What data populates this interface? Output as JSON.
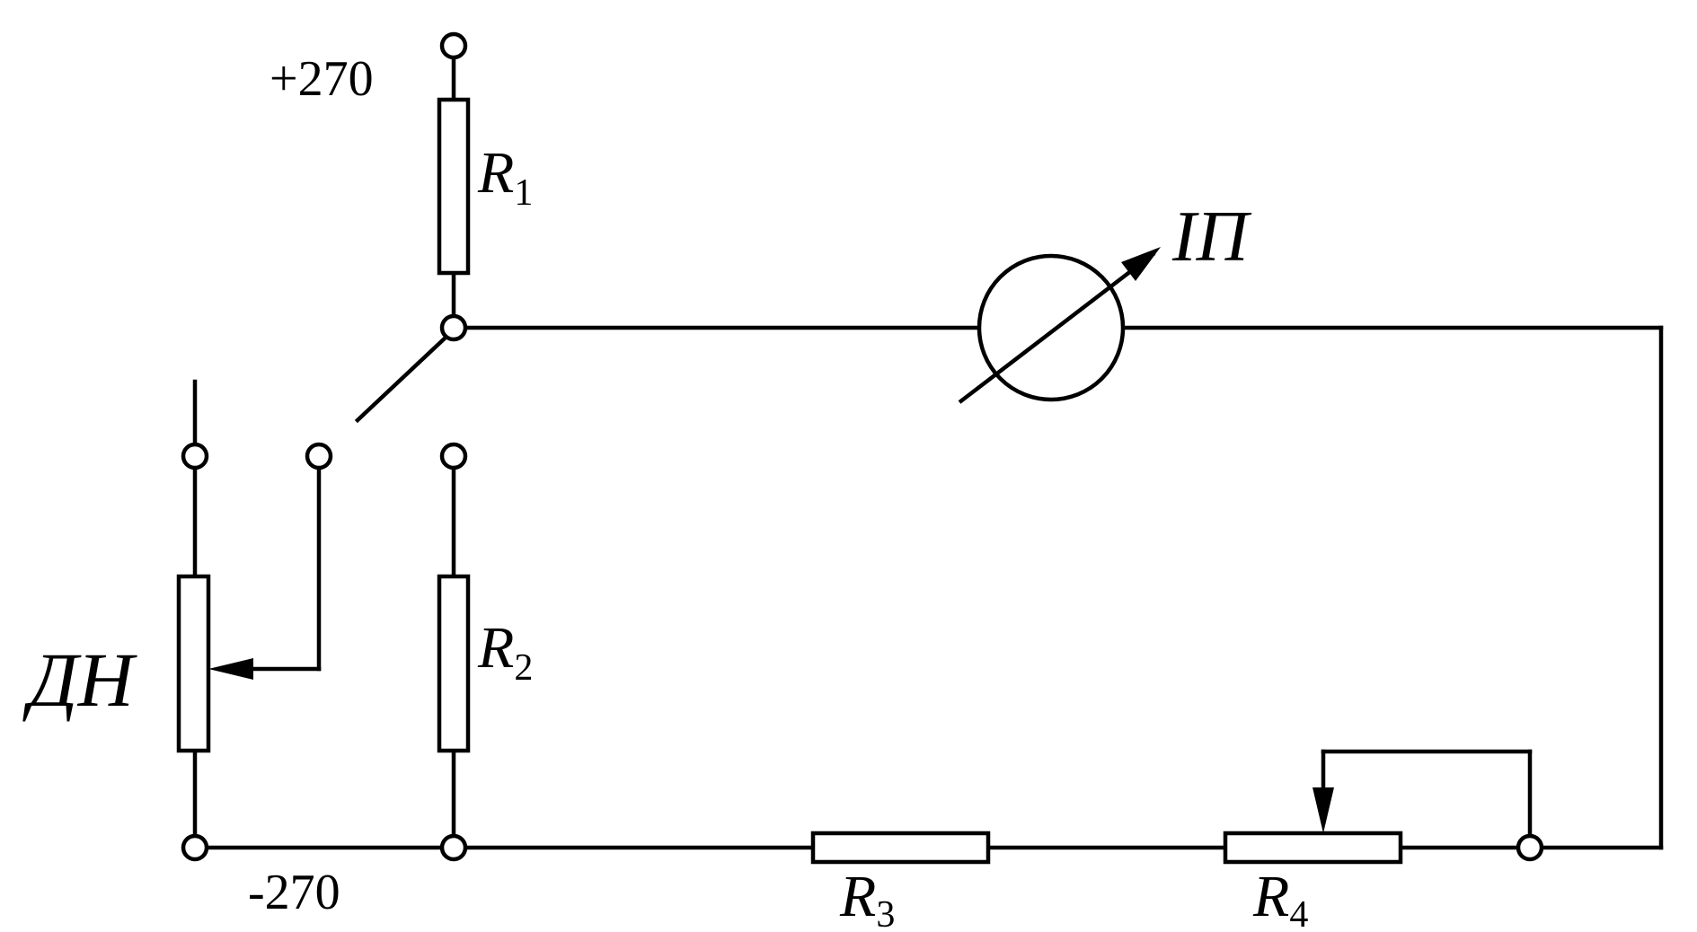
{
  "labels": {
    "plus_supply": "+270",
    "minus_supply": "-270",
    "r1": {
      "main": "R",
      "sub": "1"
    },
    "r2": {
      "main": "R",
      "sub": "2"
    },
    "r3": {
      "main": "R",
      "sub": "3"
    },
    "r4": {
      "main": "R",
      "sub": "4"
    },
    "meter": "ІП",
    "sensor": "ДН"
  }
}
